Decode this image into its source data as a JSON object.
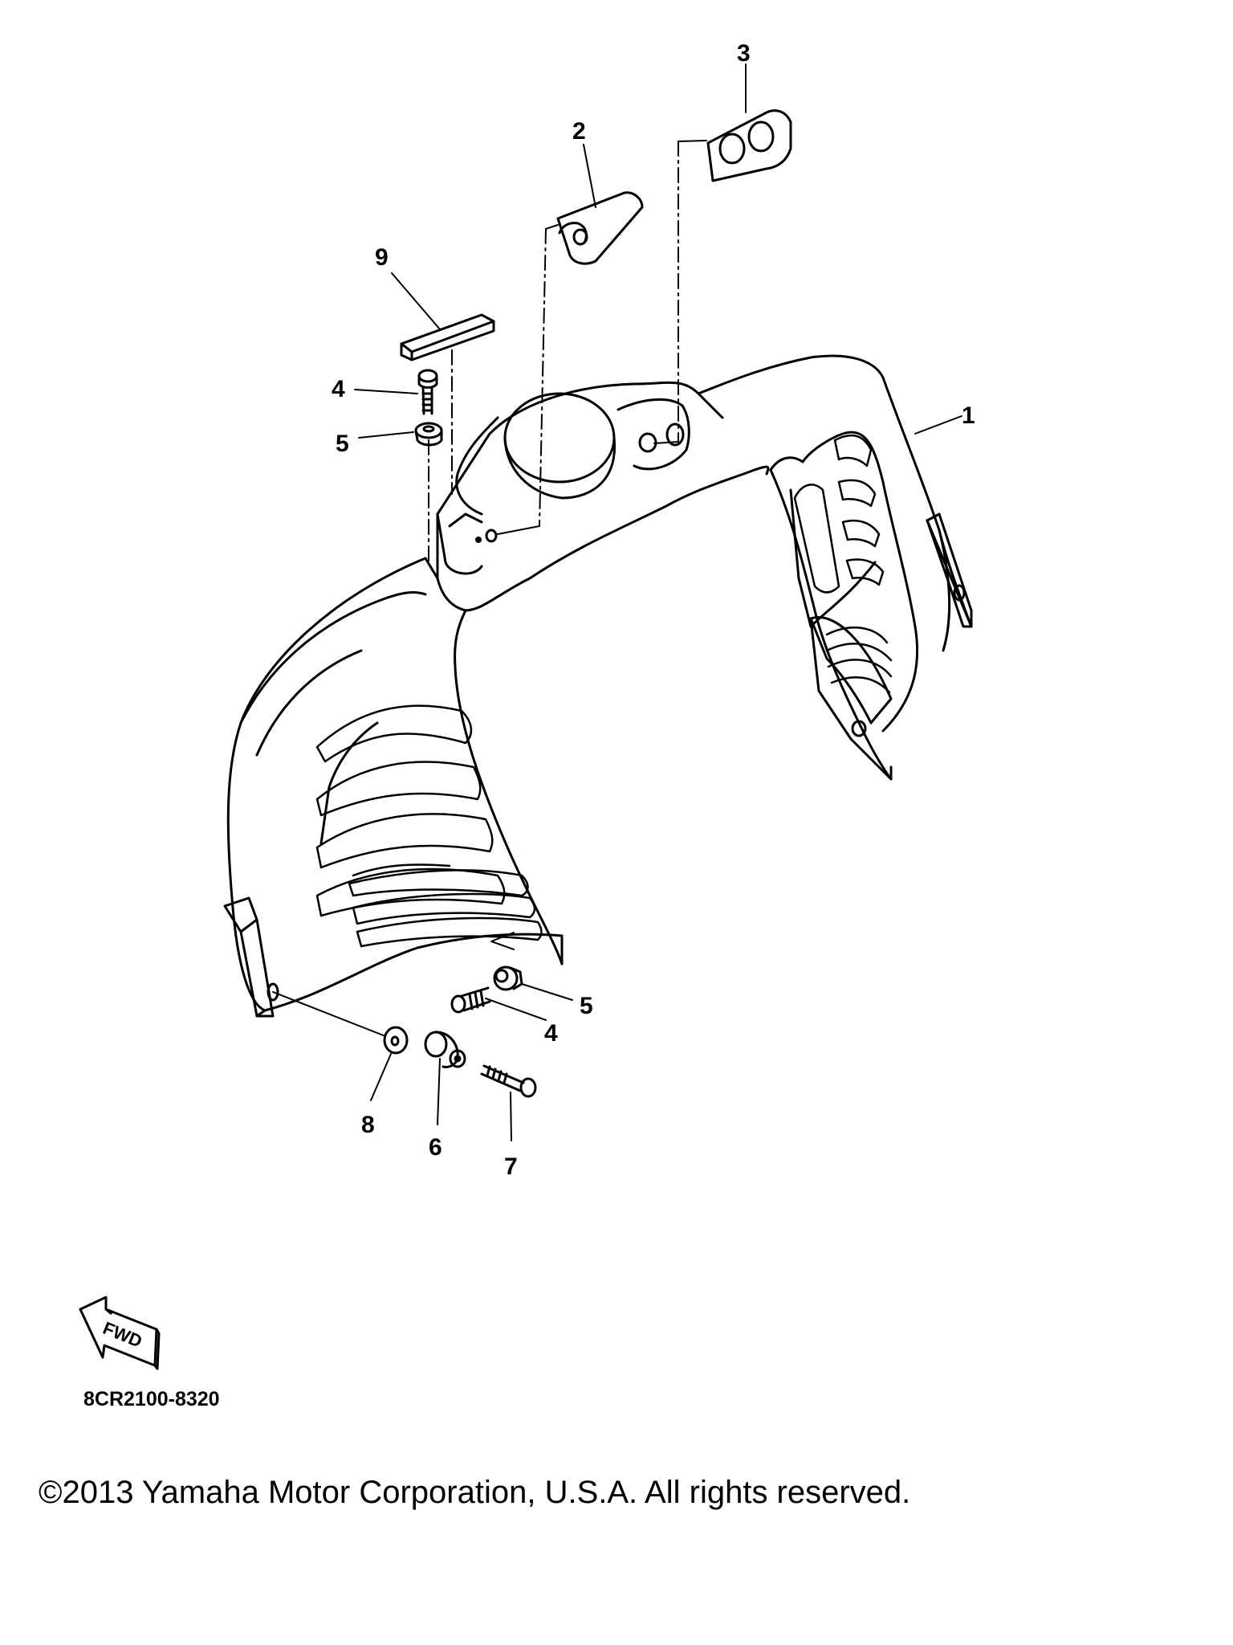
{
  "diagram": {
    "callouts": {
      "c1": "1",
      "c2": "2",
      "c3": "3",
      "c4_top": "4",
      "c4_bottom": "4",
      "c5_top": "5",
      "c5_bottom": "5",
      "c6": "6",
      "c7": "7",
      "c8": "8",
      "c9": "9"
    },
    "fwd_label": "FWD",
    "reference_code": "8CR2100-8320",
    "line_color": "#000000",
    "background": "#ffffff"
  },
  "footer": {
    "copyright": "©2013 Yamaha Motor Corporation, U.S.A. All rights reserved."
  }
}
